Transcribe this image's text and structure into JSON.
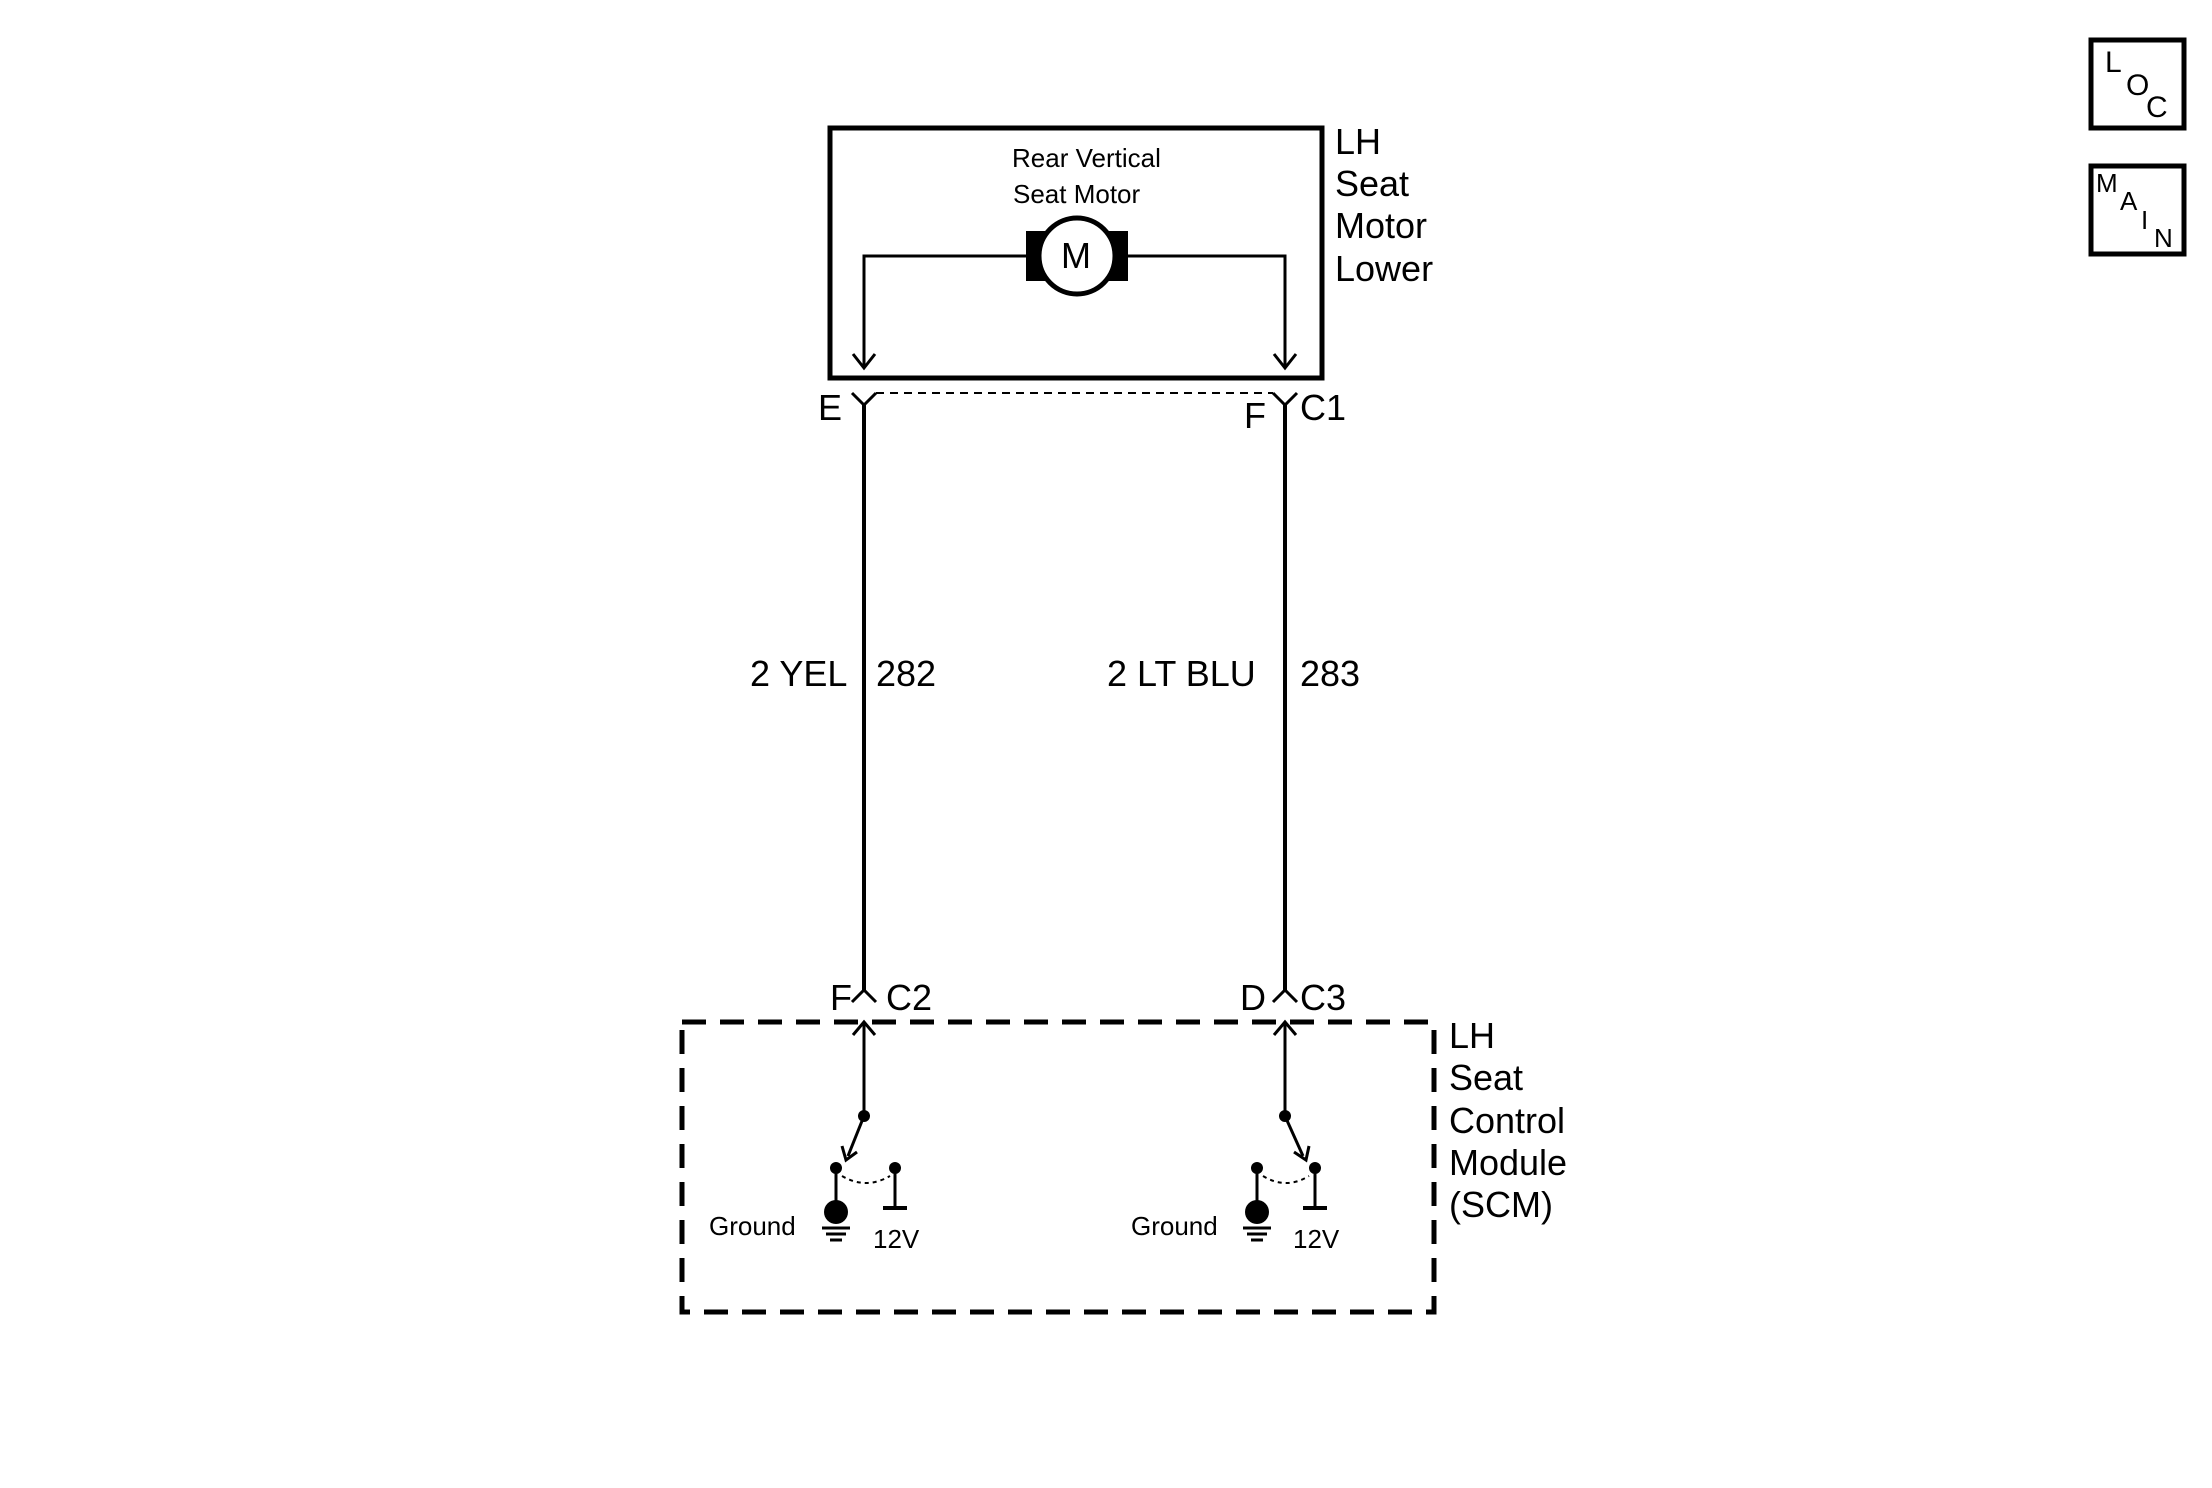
{
  "nav_buttons": {
    "loc": [
      "L",
      "O",
      "C"
    ],
    "main": [
      "M",
      "A",
      "I",
      "N"
    ]
  },
  "motor_component": {
    "name_lines": [
      "LH",
      "Seat",
      "Motor",
      "Lower"
    ],
    "motor_label_lines": [
      "Rear Vertical",
      "Seat Motor"
    ],
    "motor_symbol": "M"
  },
  "connectors_top": {
    "left_pin": "E",
    "right_pin": "F",
    "connector": "C1"
  },
  "wires": {
    "left": {
      "gauge_color": "2 YEL",
      "circuit": "282"
    },
    "right": {
      "gauge_color": "2 LT BLU",
      "circuit": "283"
    }
  },
  "connectors_bottom": {
    "left_pin": "F",
    "left_connector": "C2",
    "right_pin": "D",
    "right_connector": "C3"
  },
  "module_component": {
    "name_lines": [
      "LH",
      "Seat",
      "Control",
      "Module",
      "(SCM)"
    ],
    "switch_left": {
      "ground_label": "Ground",
      "voltage_label": "12V"
    },
    "switch_right": {
      "ground_label": "Ground",
      "voltage_label": "12V"
    }
  },
  "icons": {
    "motor": "motor-icon",
    "ground": "ground-icon",
    "connector_female": "connector-female-icon",
    "connector_male": "connector-male-icon",
    "switch": "switch-icon"
  }
}
